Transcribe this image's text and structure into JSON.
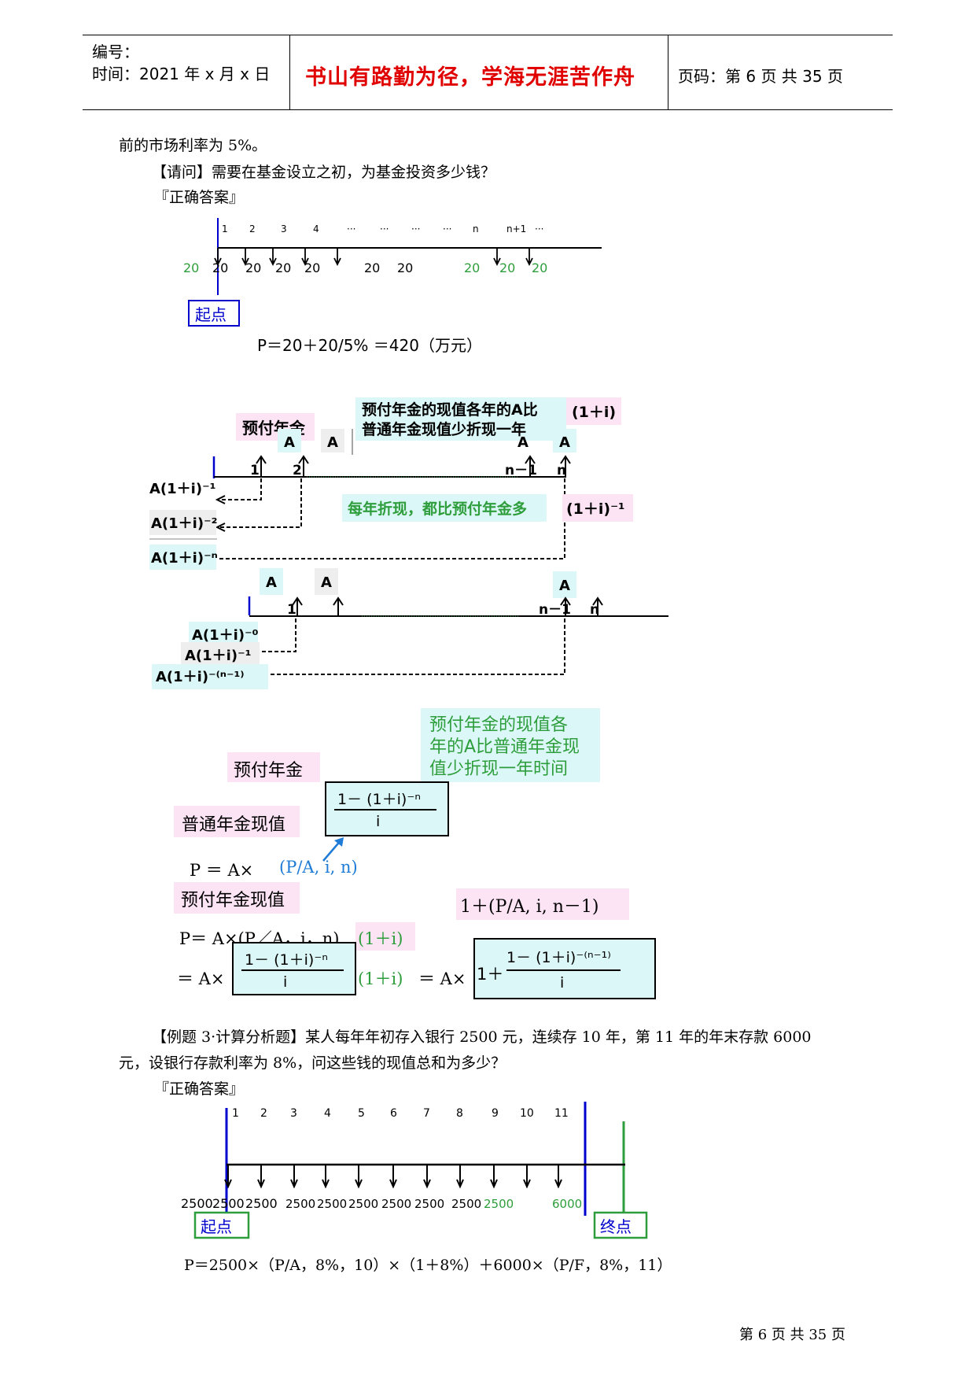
{
  "header": {
    "number_label": "编号：",
    "time_label": "时间：2021 年 x 月 x 日",
    "motto": "书山有路勤为径，学海无涯苦作舟",
    "page_label": "页码：第 6 页  共 35 页"
  },
  "text": {
    "line1": "前的市场利率为 5%。",
    "question": "【请问】需要在基金设立之初，为基金投资多少钱？",
    "answer1": "『正确答案』",
    "example3_line1": "【例题 3·计算分析题】某人每年年初存入银行 2500 元，连续存 10 年，第 11 年的年末存款 6000",
    "example3_line2": "元，设银行存款利率为 8%，问这些钱的现值总和为多少？",
    "answer2": "『正确答案』",
    "formula3": "P＝2500×（P/A，8%，10）×（1＋8%）＋6000×（P/F，8%，11）",
    "footer": "第 6 页  共 35 页"
  },
  "diagram1": {
    "periods": [
      "1",
      "2",
      "3",
      "4",
      "···",
      "···",
      "···",
      "···",
      "n",
      "n+1",
      "···"
    ],
    "amounts": [
      "20",
      "20",
      "20",
      "20",
      "20",
      "20",
      "20",
      "20",
      "20",
      "20"
    ],
    "start_label": "起点",
    "formula": "P＝20＋20/5% ＝420（万元）"
  },
  "diagram2": {
    "prepaid_label": "预付年金",
    "note_top_1": "预付年金的现值各年的A比",
    "note_top_2": "普通年金现值少折现一年",
    "note_top_factor": "(1＋i)",
    "A": "A",
    "top_ticks": [
      "1",
      "2",
      "n－1",
      "n"
    ],
    "left_labels": [
      "A(1＋i)⁻¹",
      "A(1＋i)⁻²",
      "A(1＋i)⁻ⁿ"
    ],
    "mid_note": "每年折现，都比预付年金多",
    "mid_factor": "(1＋i)⁻¹",
    "bottom_ticks": [
      "1",
      "n－1",
      "n"
    ],
    "bottom_labels": [
      "A(1＋i)⁻⁰",
      "A(1＋i)⁻¹",
      "A(1＋i)⁻⁽ⁿ⁻¹⁾"
    ]
  },
  "diagram3": {
    "note_1": "预付年金的现值各",
    "note_2": "年的A比普通年金现",
    "note_3": "值少折现一年时间",
    "prepaid_label": "预付年金",
    "ordinary_pv_label": "普通年金现值",
    "frac_num": "1－ (1＋i)⁻ⁿ",
    "frac_den": "i",
    "formula_p": "P ＝ A×",
    "formula_pa": "(P/A, i, n)",
    "prepaid_pv_label": "预付年金现值",
    "box_right": "1＋(P/A, i, n－1)",
    "formula_line1": "P＝ A×(P／A，i，n)",
    "formula_line1_factor": "(1＋i)",
    "formula_line2_start": "＝ A×",
    "formula_line2_frac_num": "1－ (1＋i)⁻ⁿ",
    "formula_line2_frac_den": "i",
    "formula_line2_factor": "(1＋i)",
    "formula_line2_eq": "＝ A×",
    "formula_line2_one": "1＋",
    "formula_line2_frac2_num": "1－ (1＋i)⁻⁽ⁿ⁻¹⁾",
    "formula_line2_frac2_den": "i"
  },
  "diagram4": {
    "periods": [
      "1",
      "2",
      "3",
      "4",
      "5",
      "6",
      "7",
      "8",
      "9",
      "10",
      "11"
    ],
    "amounts": [
      "2500",
      "2500",
      "2500",
      "2500",
      "2500",
      "2500",
      "2500",
      "2500",
      "2500",
      "2500",
      "6000"
    ],
    "start_label": "起点",
    "end_label": "终点"
  },
  "colors": {
    "motto": "#e00000",
    "blue": "#0000cc",
    "green": "#2e9e3c",
    "pink_box": "#fce4f5",
    "cyan_box": "#dcf7f7",
    "gray_box": "#eeeeee"
  }
}
